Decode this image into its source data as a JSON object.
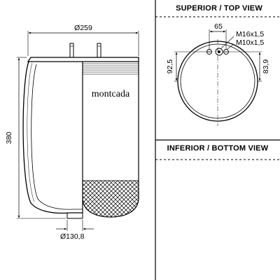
{
  "top_view": {
    "heading": "SUPERIOR / TOP VIEW",
    "dim_stud_spacing": "65",
    "thread_large": "M16x1,5",
    "thread_small": "M10x1,5",
    "dim_left_offset": "92,5",
    "dim_right_offset": "83,9"
  },
  "bottom_view": {
    "heading": "INFERIOR / BOTTOM VIEW"
  },
  "side_view": {
    "dim_top_diameter": "Ø259",
    "dim_height": "380",
    "dim_bottom_diameter": "Ø130,8",
    "brand": "montcada"
  }
}
